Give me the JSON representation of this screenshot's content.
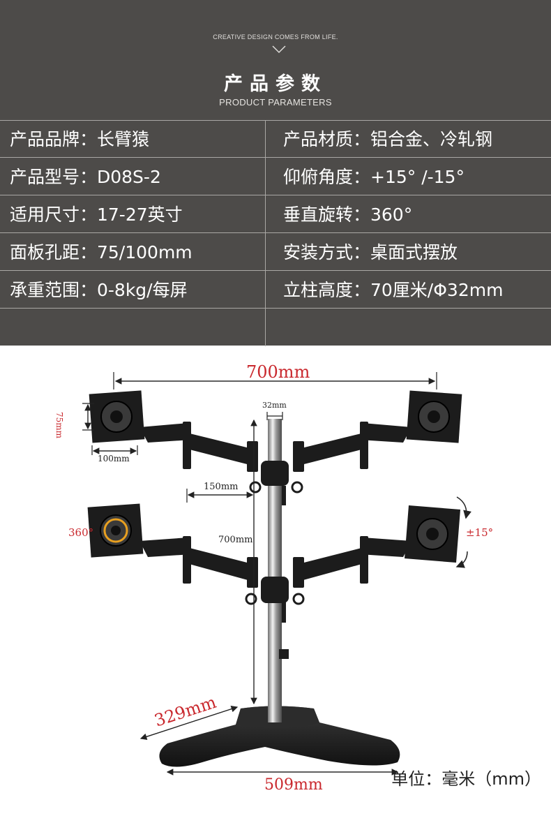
{
  "header": {
    "tagline": "CREATIVE DESIGN COMES FROM LIFE.",
    "title_cn": "产品参数",
    "title_en": "PRODUCT PARAMETERS"
  },
  "params": {
    "rows": [
      {
        "left": "产品品牌：长臂猿",
        "right": "产品材质：铝合金、冷轧钢"
      },
      {
        "left": "产品型号：D08S-2",
        "right": "仰俯角度：+15° /-15°"
      },
      {
        "left": "适用尺寸：17-27英寸",
        "right": "垂直旋转：360°"
      },
      {
        "left": "面板孔距：75/100mm",
        "right": "安装方式：桌面式摆放"
      },
      {
        "left": "承重范围：0-8kg/每屏",
        "right": "立柱高度：70厘米/Φ32mm"
      },
      {
        "left": "",
        "right": ""
      }
    ]
  },
  "diagram": {
    "width_label": "700mm",
    "pole_diameter_label": "32mm",
    "plate_height_label": "75mm",
    "plate_width_label": "100mm",
    "offset_label": "150mm",
    "pole_height_label": "700mm",
    "rotate_label": "360°",
    "tilt_label": "±15°",
    "base_depth_label": "329mm",
    "base_width_label": "509mm",
    "unit_note": "单位：毫米（mm）"
  },
  "colors": {
    "panel_bg": "#4d4b49",
    "dimension_red": "#c9282d",
    "metal_black": "#1c1c1c"
  }
}
